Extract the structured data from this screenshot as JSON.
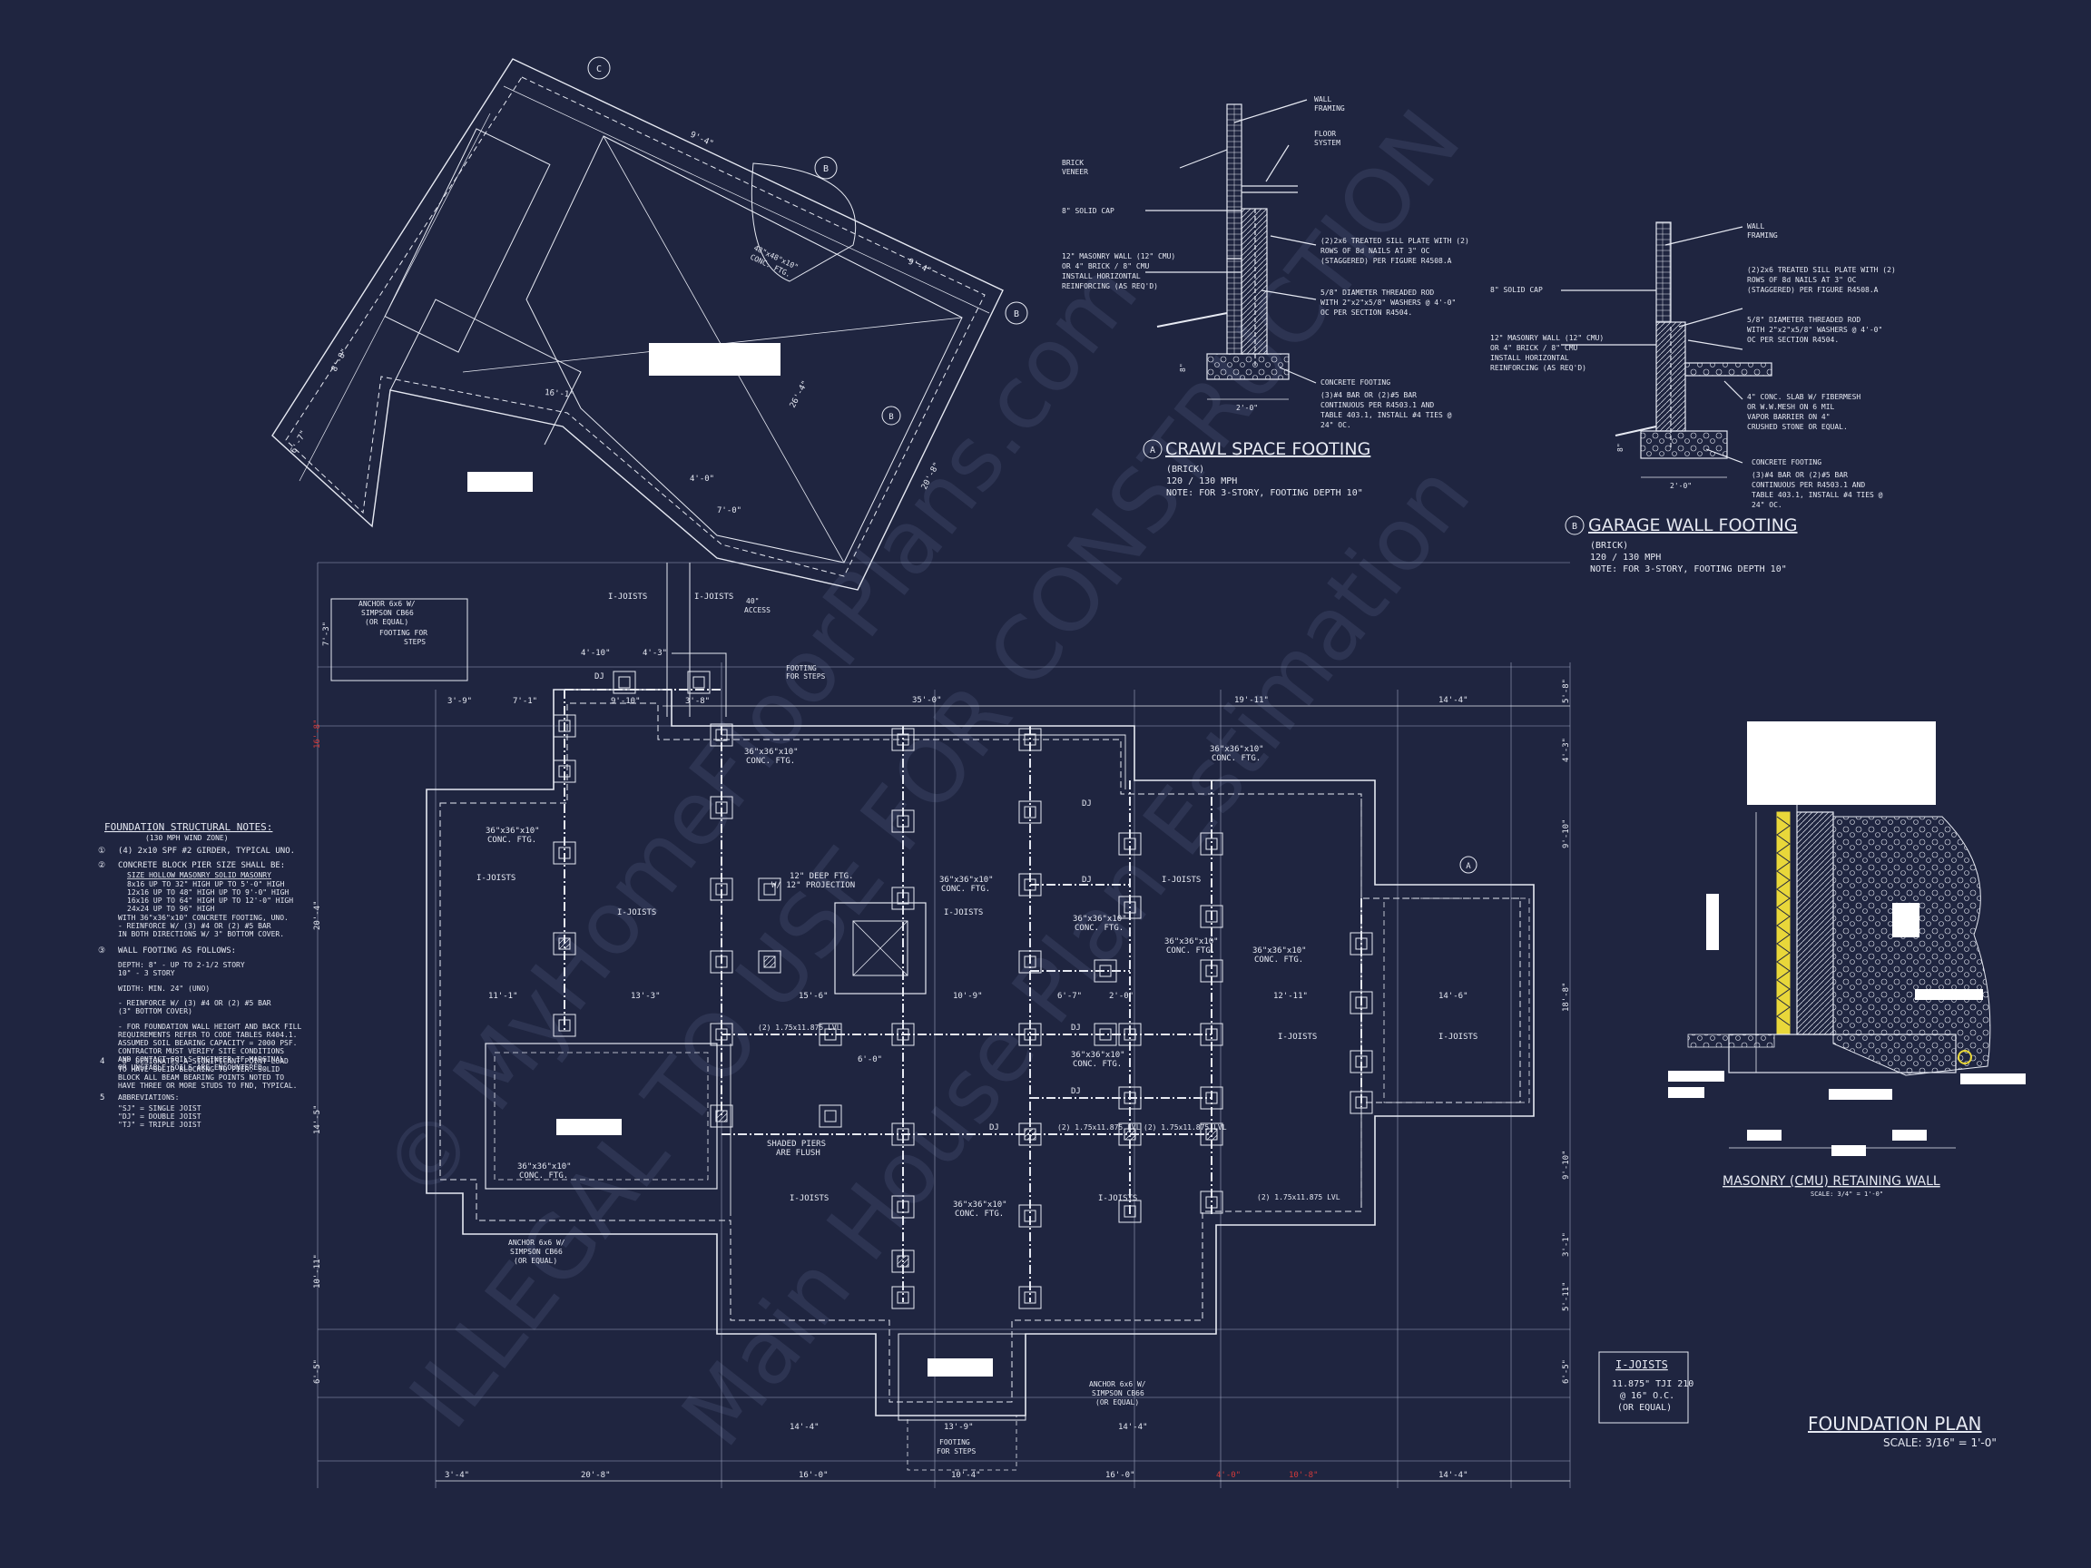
{
  "colors": {
    "background": "#1f2540",
    "ink": "#e6e9f2",
    "dim": "#9aa3bd",
    "red": "#d33a3a",
    "yellow": "#e8d73a",
    "watermark": "#3a4262"
  },
  "watermarks": [
    "© MyHomeFloorPlans.com",
    "ILLEGAL TO USE FOR CONSTRUCTION",
    "Main House Plan Estimation"
  ],
  "notes": {
    "title": "FOUNDATION STRUCTURAL NOTES:",
    "subtitle": "(130 MPH WIND ZONE)",
    "n1": "(4) 2x10 SPF #2 GIRDER, TYPICAL UNO.",
    "n2": "CONCRETE BLOCK PIER SIZE SHALL BE:",
    "n2_header": "SIZE   HOLLOW MASONRY   SOLID MASONRY",
    "n2_rows": [
      "8x16      UP TO 32\" HIGH      UP TO 5'-0\" HIGH",
      "12x16     UP TO 48\" HIGH      UP TO 9'-0\" HIGH",
      "16x16     UP TO 64\" HIGH      UP TO 12'-0\" HIGH",
      "24x24     UP TO 96\" HIGH"
    ],
    "n2_after": [
      "WITH 36\"x36\"x10\" CONCRETE FOOTING, UNO.",
      "- REINFORCE W/ (3) #4 OR (2) #5 BAR",
      "  IN BOTH DIRECTIONS W/ 3\" BOTTOM COVER."
    ],
    "n3": "WALL FOOTING AS FOLLOWS:",
    "n3_lines": [
      "DEPTH: 8\" - UP TO 2-1/2 STORY",
      "           10\" - 3 STORY",
      "WIDTH: MIN. 24\" (UNO)",
      "- REINFORCE W/ (3) #4 OR (2) #5 BAR",
      "  (3\" BOTTOM COVER)",
      "- FOR FOUNDATION WALL HEIGHT AND BACK FILL",
      "  REQUIREMENTS REFER TO CODE TABLES R404.1.",
      "  ASSUMED SOIL BEARING CAPACITY = 2000 PSF.",
      "  CONTRACTOR MUST VERIFY SITE CONDITIONS",
      "  AND CONTACT SOILS ENGINEER IF MARGINAL",
      "  OR UNSTABLE SOILS ARE ENCOUNTERED."
    ],
    "n4_lines": [
      "\"8\" DESIGNATES A SIGNIFICANT POINT LOAD",
      "TO HAVE SOLID BLOCKING TO PIER. SOLID",
      "BLOCK ALL BEAM BEARING POINTS NOTED TO",
      "HAVE THREE OR MORE STUDS TO FND, TYPICAL."
    ],
    "n5": "ABBREVIATIONS:",
    "n5_lines": [
      "\"SJ\" = SINGLE JOIST",
      "\"DJ\" = DOUBLE JOIST",
      "\"TJ\" = TRIPLE JOIST"
    ]
  },
  "crawl_detail": {
    "title": "CRAWL SPACE FOOTING",
    "sub1": "(BRICK)",
    "sub2": "120 / 130 MPH",
    "sub3": "NOTE: FOR 3-STORY, FOOTING DEPTH 10\"",
    "marker": "A",
    "labels": {
      "wall_framing": [
        "WALL",
        "FRAMING"
      ],
      "floor": [
        "FLOOR",
        "SYSTEM"
      ],
      "brick": [
        "BRICK",
        "VENEER"
      ],
      "cap": "8\" SOLID CAP",
      "cmu": [
        "12\" MASONRY WALL (12\" CMU)",
        "OR 4\" BRICK / 8\" CMU",
        "INSTALL HORIZONTAL",
        "REINFORCING (AS REQ'D)"
      ],
      "sill": [
        "(2)2x6 TREATED SILL PLATE WITH (2)",
        "ROWS OF 8d NAILS AT 3\" OC",
        "(STAGGERED) PER FIGURE R4508.A"
      ],
      "rod": [
        "5/8\" DIAMETER THREADED ROD",
        "WITH 2\"x2\"x5/8\" WASHERS @ 4'-0\"",
        "OC PER SECTION R4504."
      ],
      "footing": [
        "CONCRETE FOOTING",
        "(3)#4 BAR OR (2)#5 BAR",
        "CONTINUOUS PER R4503.1 AND",
        "TABLE 403.1, INSTALL #4 TIES @",
        "24\" OC."
      ],
      "dim": "2'-0\"",
      "dim_h": "8\""
    }
  },
  "garage_detail": {
    "title": "GARAGE WALL FOOTING",
    "sub1": "(BRICK)",
    "sub2": "120 / 130 MPH",
    "sub3": "NOTE: FOR 3-STORY, FOOTING DEPTH 10\"",
    "marker": "B",
    "labels": {
      "wall_framing": [
        "WALL",
        "FRAMING"
      ],
      "sill": [
        "(2)2x6 TREATED SILL PLATE WITH (2)",
        "ROWS OF 8d NAILS AT 3\" OC",
        "(STAGGERED) PER FIGURE R4508.A"
      ],
      "cap": "8\" SOLID CAP",
      "rod": [
        "5/8\" DIAMETER THREADED ROD",
        "WITH 2\"x2\"x5/8\" WASHERS @ 4'-0\"",
        "OC PER SECTION R4504."
      ],
      "cmu": [
        "12\" MASONRY WALL (12\" CMU)",
        "OR 4\" BRICK / 8\" CMU",
        "INSTALL HORIZONTAL",
        "REINFORCING (AS REQ'D)"
      ],
      "slab": [
        "4\" CONC. SLAB W/ FIBERMESH",
        "OR W.W.MESH ON 6 MIL",
        "VAPOR BARRIER ON 4\"",
        "CRUSHED STONE OR EQUAL."
      ],
      "footing": [
        "CONCRETE FOOTING",
        "(3)#4 BAR OR (2)#5 BAR",
        "CONTINUOUS PER R4503.1 AND",
        "TABLE 403.1, INSTALL #4 TIES @",
        "24\" OC."
      ],
      "dim": "2'-0\"",
      "dim_h": "8\""
    }
  },
  "retaining": {
    "title": "MASONRY (CMU) RETAINING WALL",
    "scale": "SCALE: 3/4\" = 1'-0\""
  },
  "legend": {
    "title": "I-JOISTS",
    "l1": "11.875\" TJI 210",
    "l2": "@ 16\" O.C.",
    "l3": "(OR EQUAL)"
  },
  "plan_title": {
    "title": "FOUNDATION PLAN",
    "scale": "SCALE: 3/16\" = 1'-0\""
  },
  "plan_labels": {
    "ijoists": "I-JOISTS",
    "dj": "DJ",
    "conc_ftg": "36\"x36\"x10\"",
    "conc_ftg2": "CONC. FTG.",
    "anchor": [
      "ANCHOR 6x6 W/",
      "SIMPSON CB66",
      "(OR EQUAL)"
    ],
    "footing_steps": [
      "FOOTING FOR",
      "STEPS"
    ],
    "footing_steps2": [
      "FOOTING",
      "FOR STEPS"
    ],
    "access": [
      "40\"",
      "ACCESS"
    ],
    "deep_ftg": [
      "12\" DEEP FTG.",
      "W/ 12\" PROJECTION"
    ],
    "shaded": [
      "SHADED PIERS",
      "ARE FLUSH"
    ],
    "lvl1": "(2) 1.75x11.875 LVL",
    "lvl_short": "(2) 1.75x11.875 LVL",
    "conc_ftg_rot": [
      "48\"x48\"x10\"",
      "CONC. FTG."
    ],
    "marker_a": "A",
    "marker_b": "B",
    "marker_c": "C",
    "dims_bottom": [
      "3'-4\"",
      "20'-8\"",
      "16'-0\"",
      "10'-4\"",
      "16'-0\"",
      "4'-0\"",
      "10'-8\"",
      "14'-4\""
    ],
    "dims_upper": [
      "35'-0\"",
      "19'-11\"",
      "14'-4\""
    ],
    "dims_mid": [
      "11'-1\"",
      "13'-3\"",
      "15'-6\"",
      "10'-9\"",
      "6'-7\"",
      "2'-0\"",
      "12'-11\"",
      "14'-6\""
    ],
    "dims_right": [
      "5'-8\"",
      "4'-3\"",
      "9'-10\"",
      "18'-8\"",
      "9'-10\"",
      "3'-1\"",
      "5'-11\"",
      "6'-5\""
    ],
    "dims_left": [
      "7'-3\"",
      "16'-8\"",
      "20'-4\"",
      "14'-5\"",
      "10'-11\"",
      "6'-5\""
    ],
    "dims_misc": [
      "3'-9\"",
      "7'-1\"",
      "3'-8\"",
      "4'-10\"",
      "4'-3\"",
      "9'-10\"",
      "6'-0\"",
      "13'-9\"",
      "14'-4\"",
      "14'-4\""
    ],
    "dims_rot": [
      "9'-4\"",
      "16'-1\"",
      "26'-4\"",
      "9'-4\"",
      "8'-8\"",
      "6'-7\"",
      "20'-8\"",
      "4'-0\"",
      "7'-0\""
    ]
  }
}
